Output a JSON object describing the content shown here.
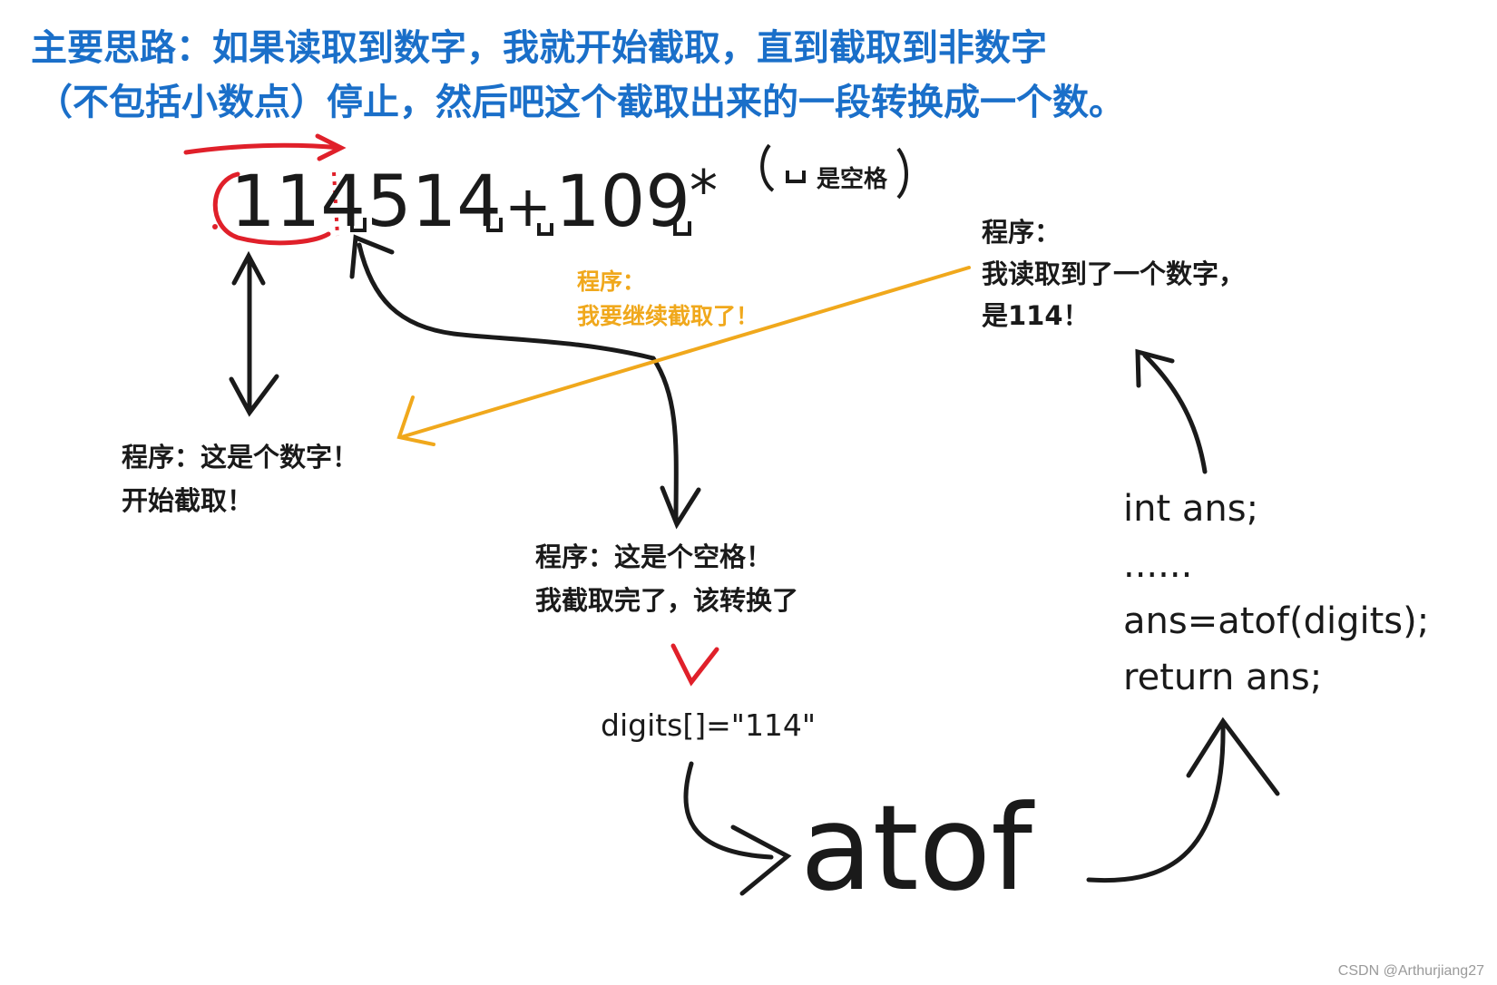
{
  "title": {
    "line1": "主要思路：如果读取到数字，我就开始截取，直到截取到非数字",
    "line2": "（不包括小数点）停止，然后吧这个截取出来的一段转换成一个数。"
  },
  "expression": {
    "n1": "114",
    "n2": "514",
    "plus": "+",
    "n3": "109",
    "star": "*"
  },
  "space_legend": "是空格",
  "notes": {
    "continue": {
      "head": "程序：",
      "body": "我要继续截取了！"
    },
    "read_number": {
      "head": "程序：",
      "body1": "我读取到了一个数字，",
      "body2": "是114！"
    },
    "is_digit": {
      "line1": "程序：这是个数字！",
      "line2": "开始截取！"
    },
    "is_space": {
      "line1": "程序：这是个空格！",
      "line2": "我截取完了，该转换了"
    }
  },
  "digits_text": "digits[]=\"114\"",
  "atof_text": "atof",
  "code": [
    "int ans;",
    "......",
    "ans=atof(digits);",
    "return ans;"
  ],
  "watermark": "CSDN @Arthurjiang27",
  "colors": {
    "title": "#1a6fc9",
    "ink": "#1a1a1a",
    "red": "#e0202a",
    "orange": "#f0a81c"
  }
}
